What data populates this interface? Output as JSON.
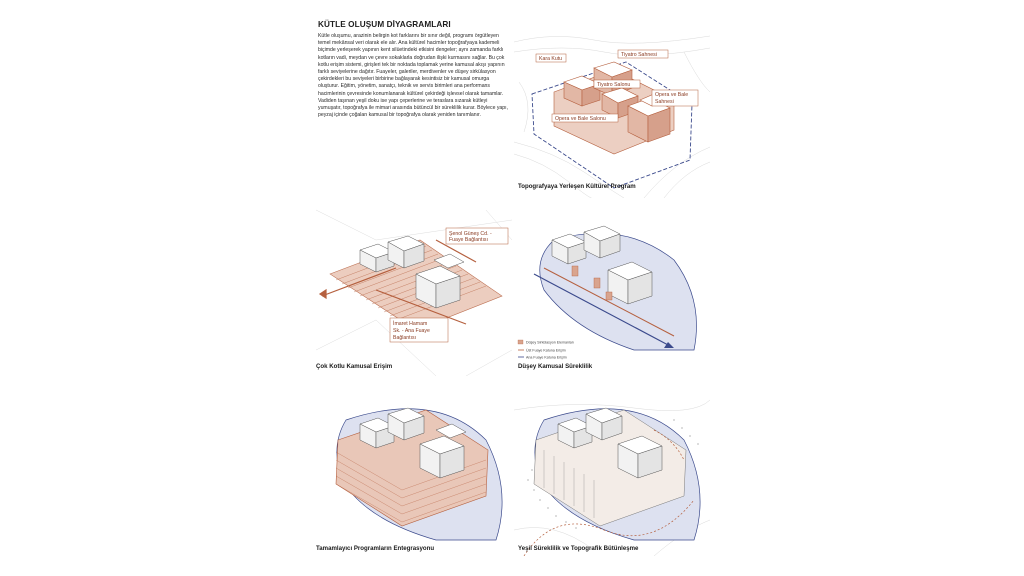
{
  "sheet": {
    "title": "KÜTLE OLUŞUM DİYAGRAMLARI",
    "body": "Kütle oluşumu, arazinin belirgin kot farklarını bir sınır değil, programı örgütleyen temel mekânsal veri olarak ele alır. Ana kültürel hacimler topoğrafyaya kademeli biçimde yerleşerek yapının kent silüetindeki etkisini dengeler; aynı zamanda farklı kotların vadi, meydan ve çevre sokaklarla doğrudan ilişki kurmasını sağlar. Bu çok kotlu erişim sistemi, girişleri tek bir noktada toplamak yerine kamusal akışı yapının farklı seviyelerine dağıtır. Fuayeler, galeriler, merdivenler ve düşey sirkülasyon çekirdekleri bu seviyeleri birbirine bağlayarak kesintisiz bir kamusal omurga oluşturur. Eğitim, yönetim, sanatçı, teknik ve servis birimleri ana performans hacimlerinin çevresinde konumlanarak kültürel çekirdeği işlevsel olarak tamamlar. Vadiden taşınan yeşil doku ise yapı çeperlerine ve teraslara sızarak kütleyi yumuşatır, topoğrafya ile mimari arasında bütüncül bir süreklilik kurar. Böylece yapı, peyzaj içinde çoğalan kamusal bir topoğrafya olarak yeniden tanımlanır."
  },
  "colors": {
    "accent": "#b5603f",
    "accent_fill": "#e9c7b8",
    "blue": "#3b4a8c",
    "blue_fill": "#d9ddef",
    "line": "#7a7a7a"
  },
  "panels": {
    "program": {
      "caption": "Topografyaya Yerleşen Kültürel Program",
      "labels": {
        "kara_kutu": "Kara Kutu",
        "tiyatro_sahnesi": "Tiyatro Sahnesi",
        "tiyatro_salonu": "Tiyatro Salonu",
        "opera_sahnesi_1": "Opera ve Bale",
        "opera_sahnesi_2": "Sahnesi",
        "opera_salonu": "Opera ve Bale Salonu"
      }
    },
    "access": {
      "caption": "Çok Kotlu Kamusal Erişim",
      "labels": {
        "senol_1": "Şenol Güneş Cd. -",
        "senol_2": "Fuaye Bağlantısı",
        "imaret_1": "İmaret Hamam",
        "imaret_2": "Sk. - Ana Fuaye",
        "imaret_3": "Bağlantısı"
      }
    },
    "vertical": {
      "caption": "Düşey Kamusal Süreklilik",
      "legend": [
        "Düşey Sirkülasyon Elemanları",
        "Üst Fuaye Katuna Erişim",
        "Ana Fuaye Katuna Erişim"
      ]
    },
    "integration": {
      "caption": "Tamamlayıcı Programların Entegrasyonu"
    },
    "green": {
      "caption": "Yeşil Süreklilik ve Topografik Bütünleşme"
    }
  }
}
